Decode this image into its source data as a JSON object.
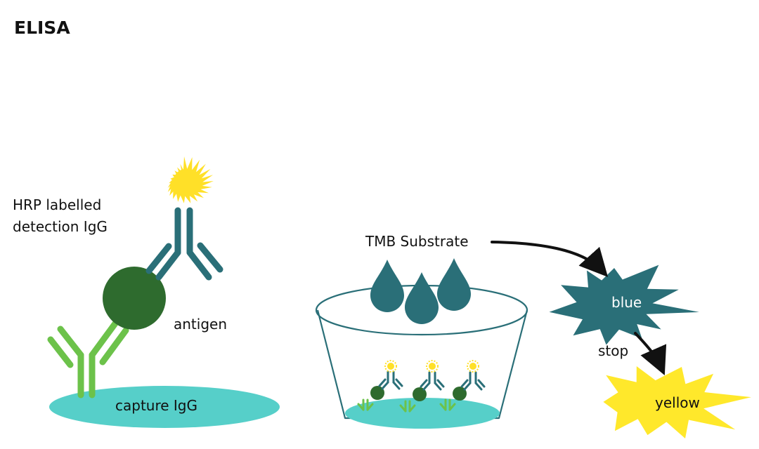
{
  "title": "ELISA",
  "labels": {
    "hrp_line1": "HRP labelled",
    "hrp_line2": "detection IgG",
    "antigen": "antigen",
    "capture": "capture IgG",
    "tmb": "TMB Substrate",
    "blue": "blue",
    "stop": "stop",
    "yellow": "yellow"
  },
  "colors": {
    "capture_antibody": "#6cc24a",
    "detection_antibody": "#2a6f78",
    "antigen": "#2e6b2e",
    "plate_surface": "#56cfc9",
    "hrp_sun": "#ffe028",
    "blue_burst": "#2a6f78",
    "yellow_burst": "#ffe82b",
    "arrow": "#111111"
  },
  "icons": {
    "hrp": "sun-icon",
    "substrate": "droplet-icon",
    "blue_product": "starburst-icon",
    "yellow_product": "starburst-icon"
  }
}
